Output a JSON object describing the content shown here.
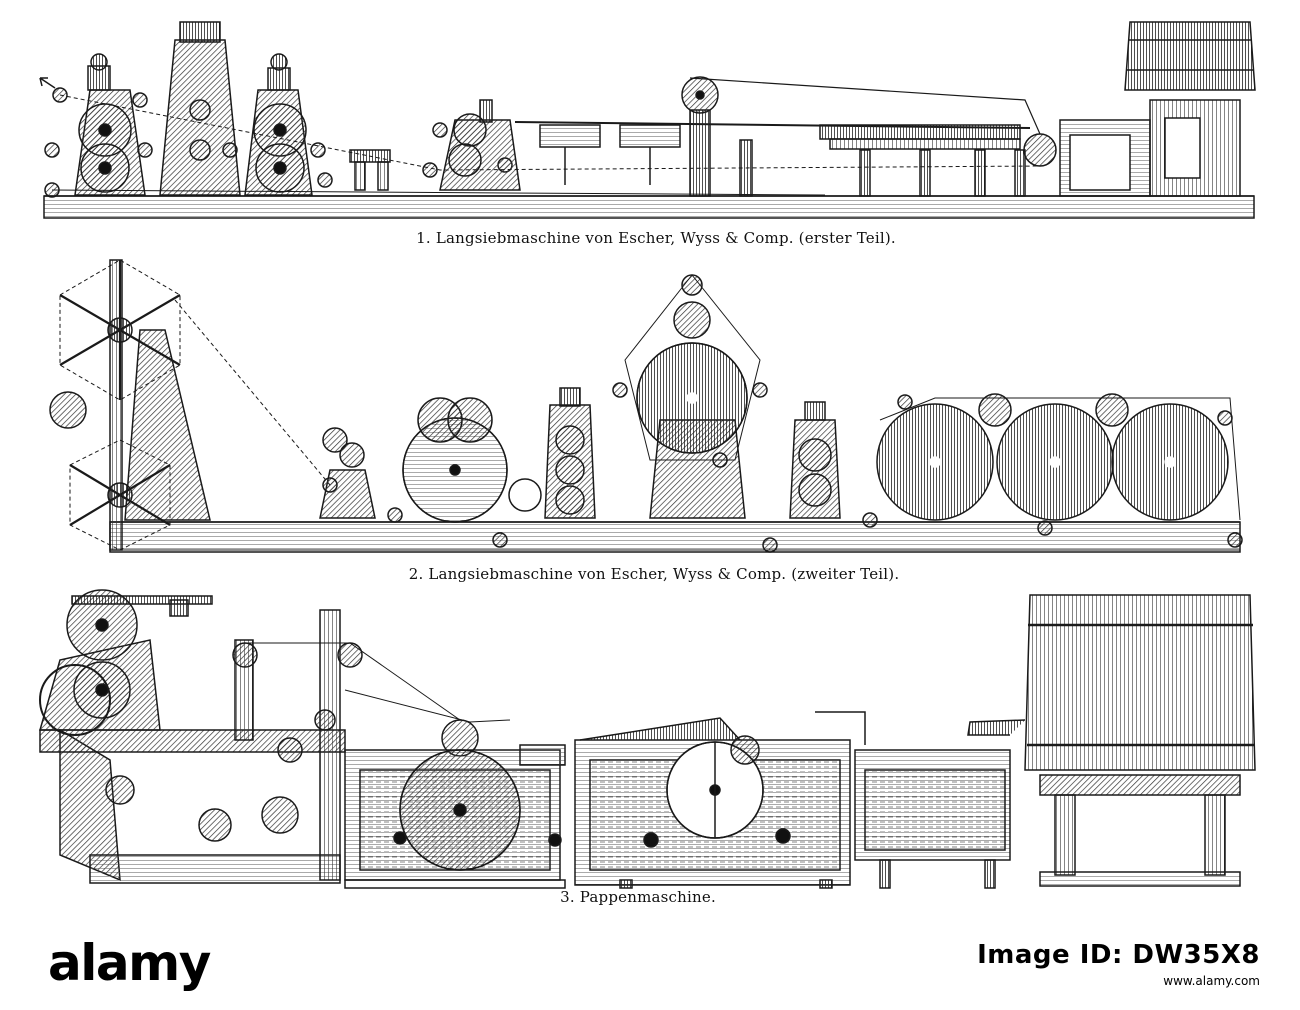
{
  "captions": {
    "machine1": "1. Langsiebmaschine von Escher, Wyss & Comp. (erster Teil).",
    "machine2": "2. Langsiebmaschine von Escher, Wyss & Comp. (zweiter Teil).",
    "machine3": "3. Pappenmaschine."
  },
  "footer": {
    "brand": "alamy",
    "image_id_label": "Image ID: DW35X8",
    "site": "www.alamy.com"
  },
  "colors": {
    "ink": "#1a1a1a",
    "paper": "#ffffff",
    "hatch": "#555555"
  }
}
